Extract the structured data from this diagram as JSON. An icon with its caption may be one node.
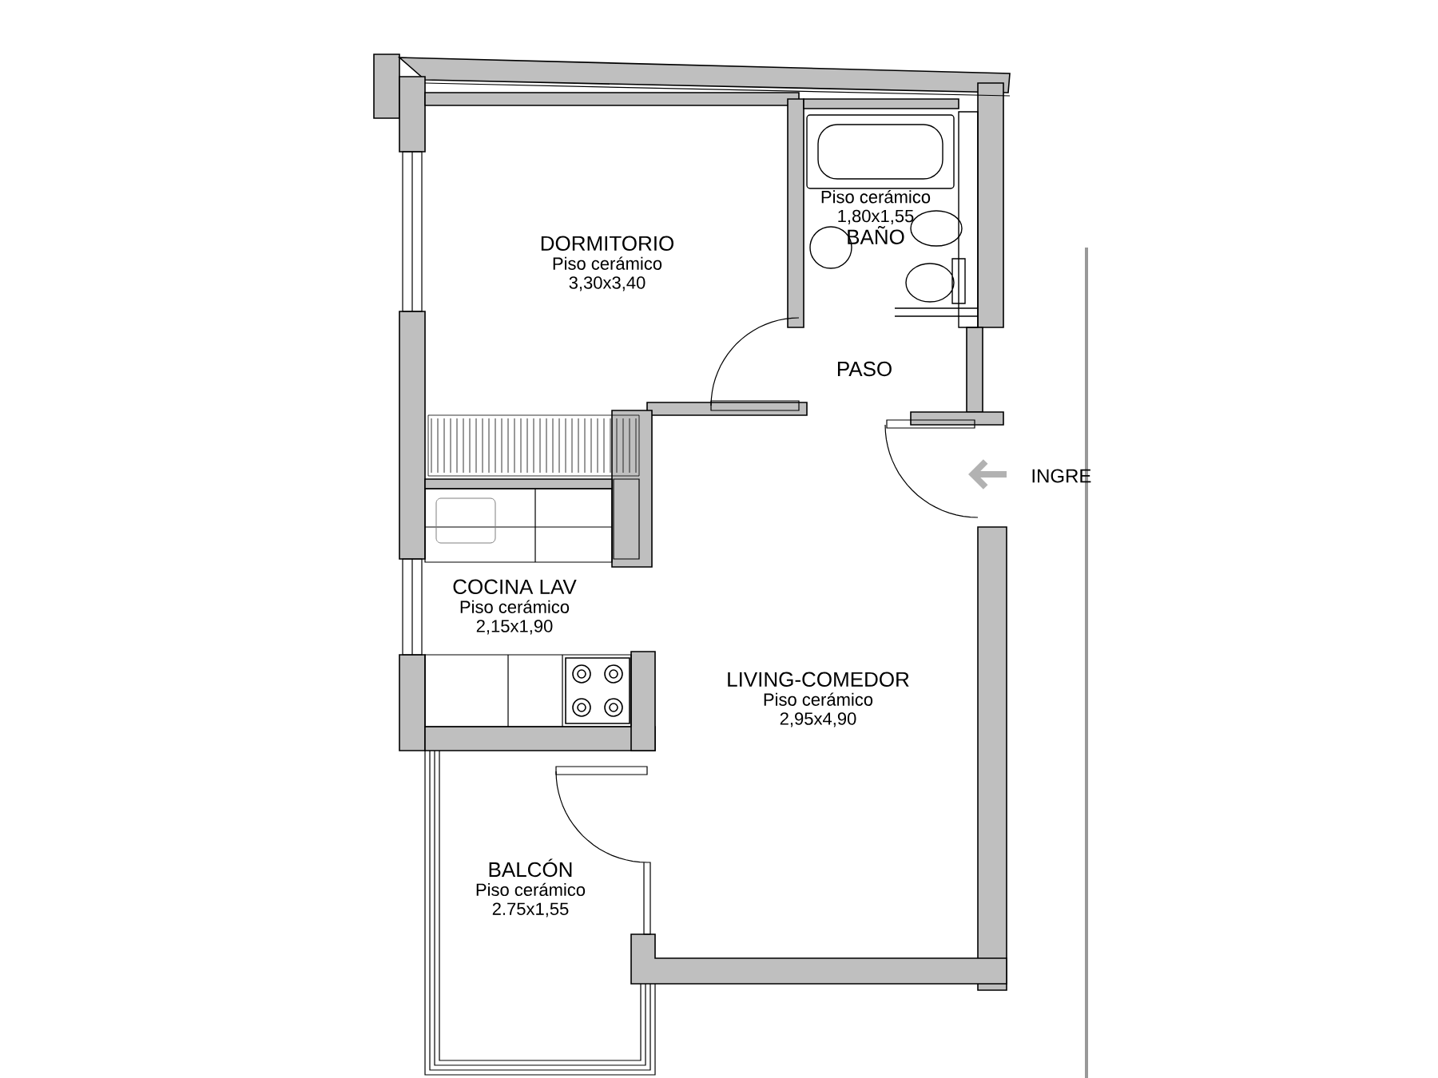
{
  "diagram": {
    "nodes": [
      {
        "text": [
          "DORMITORIO",
          "Piso cerámico",
          "3,30x3,40"
        ]
      },
      {
        "text": [
          "Piso cerámico",
          "1,80x1,55",
          "BAÑO"
        ]
      },
      {
        "text": [
          "PASO"
        ]
      },
      {
        "text": [
          "COCINA LAV",
          "Piso cerámico",
          "2,15x1,90"
        ]
      },
      {
        "text": [
          "LIVING-COMEDOR",
          "Piso cerámico",
          "2,95x4,90"
        ]
      },
      {
        "text": [
          "BALCÓN",
          "Piso cerámico",
          "2.75x1,55"
        ]
      }
    ],
    "labels": [
      "INGRE"
    ]
  }
}
